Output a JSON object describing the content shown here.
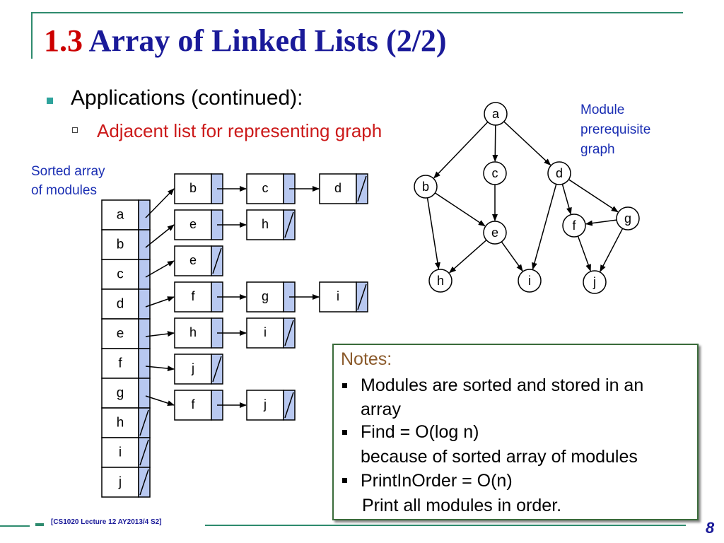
{
  "slide": {
    "title_number": "1.3",
    "title_text": "Array of Linked Lists (2/2)",
    "bullet1": "Applications (continued):",
    "bullet2": "Adjacent list for representing graph",
    "sorted_label_line1": "Sorted array",
    "sorted_label_line2": "of modules",
    "graph_label_line1": "Module",
    "graph_label_line2": "prerequisite",
    "graph_label_line3": "graph",
    "footer": "[CS1020 Lecture 12 AY2013/4 S2]",
    "page_number": "8"
  },
  "notes": {
    "title": "Notes:",
    "item1_line1": "Modules are sorted and stored in an",
    "item1_line2": "array",
    "item2_line1": "Find = O(log n)",
    "item2_line2": "because of sorted array of modules",
    "item3_line1": "PrintInOrder = O(n)",
    "item3_line2": "Print all modules in order."
  },
  "array": [
    "a",
    "b",
    "c",
    "d",
    "e",
    "f",
    "g",
    "h",
    "i",
    "j"
  ],
  "lists": [
    [
      "b",
      "c",
      "d"
    ],
    [
      "e",
      "h"
    ],
    [
      "e"
    ],
    [
      "f",
      "g",
      "i"
    ],
    [
      "h",
      "i"
    ],
    [
      "j"
    ],
    [
      "f",
      "j"
    ],
    [],
    [],
    []
  ],
  "graph_nodes": [
    "a",
    "b",
    "c",
    "d",
    "e",
    "f",
    "g",
    "h",
    "i",
    "j"
  ],
  "graph_edges": [
    [
      "a",
      "b"
    ],
    [
      "a",
      "c"
    ],
    [
      "a",
      "d"
    ],
    [
      "b",
      "e"
    ],
    [
      "b",
      "h"
    ],
    [
      "c",
      "e"
    ],
    [
      "d",
      "f"
    ],
    [
      "d",
      "g"
    ],
    [
      "d",
      "i"
    ],
    [
      "e",
      "h"
    ],
    [
      "e",
      "i"
    ],
    [
      "f",
      "j"
    ],
    [
      "g",
      "f"
    ],
    [
      "g",
      "j"
    ]
  ],
  "colors": {
    "title": "#1a1a99",
    "title_number": "#cc0000",
    "accent_line": "#2e8b6e",
    "bullet_square": "#2ea39c",
    "sub_bullet_text": "#cc1a1a",
    "label_blue": "#1a2eb3",
    "pointer_cell": "#b8c8f0",
    "notes_title": "#8b5a2b",
    "notes_border": "#3a6b3a"
  }
}
